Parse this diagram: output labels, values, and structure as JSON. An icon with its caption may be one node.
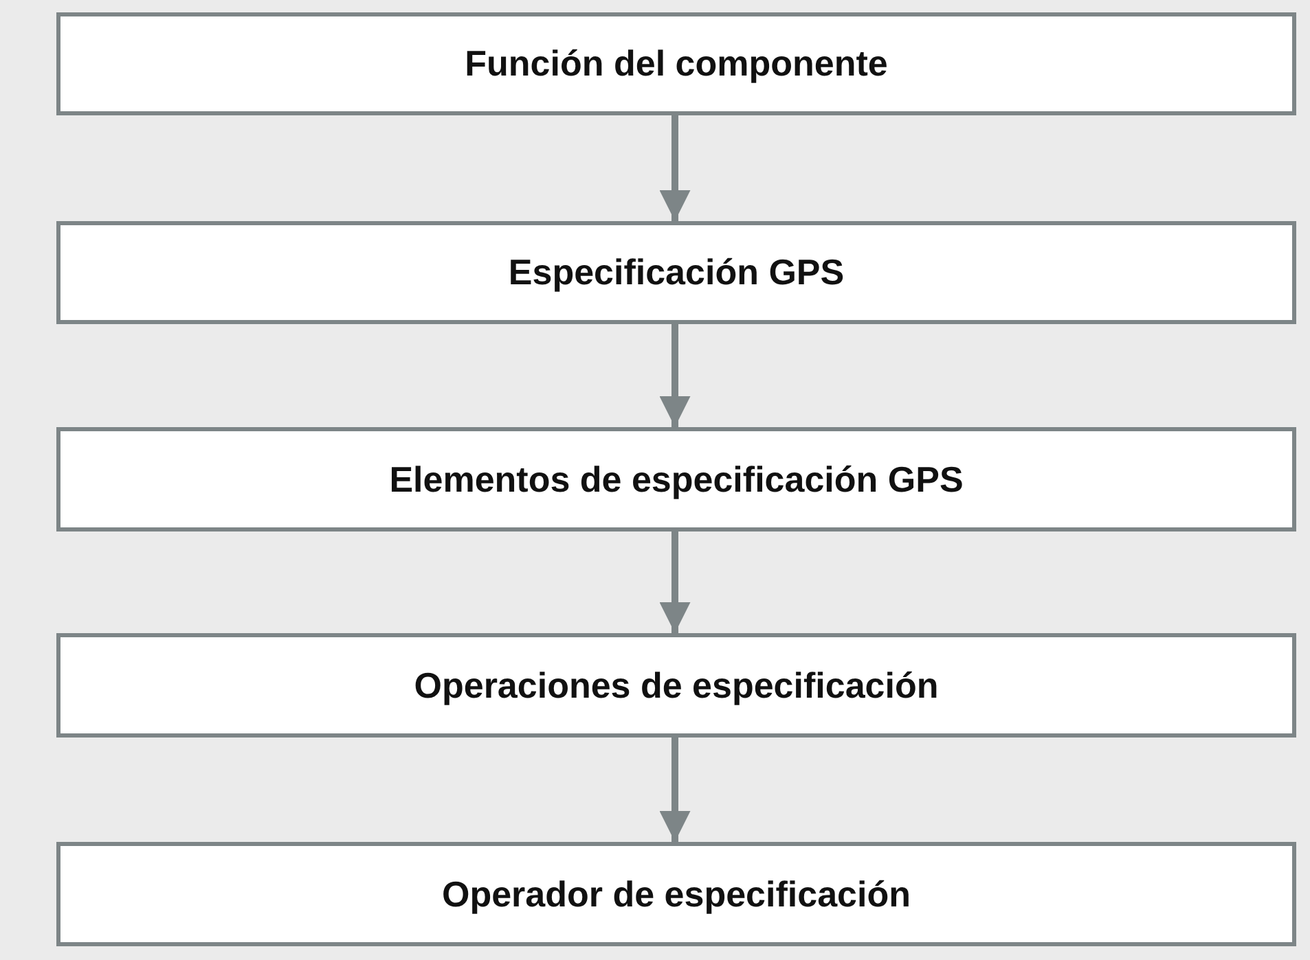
{
  "diagram": {
    "nodes": [
      {
        "text": [
          "Función del componente"
        ]
      },
      {
        "text": [
          "Especificación GPS"
        ]
      },
      {
        "text": [
          "Elementos de especificación GPS"
        ]
      },
      {
        "text": [
          "Operaciones de especificación"
        ]
      },
      {
        "text": [
          "Operador de especificación"
        ]
      }
    ],
    "edges": [
      {
        "from": 0,
        "to": 1,
        "arrow": "to"
      },
      {
        "from": 1,
        "to": 2,
        "arrow": "to"
      },
      {
        "from": 2,
        "to": 3,
        "arrow": "to"
      },
      {
        "from": 3,
        "to": 4,
        "arrow": "to"
      }
    ]
  }
}
